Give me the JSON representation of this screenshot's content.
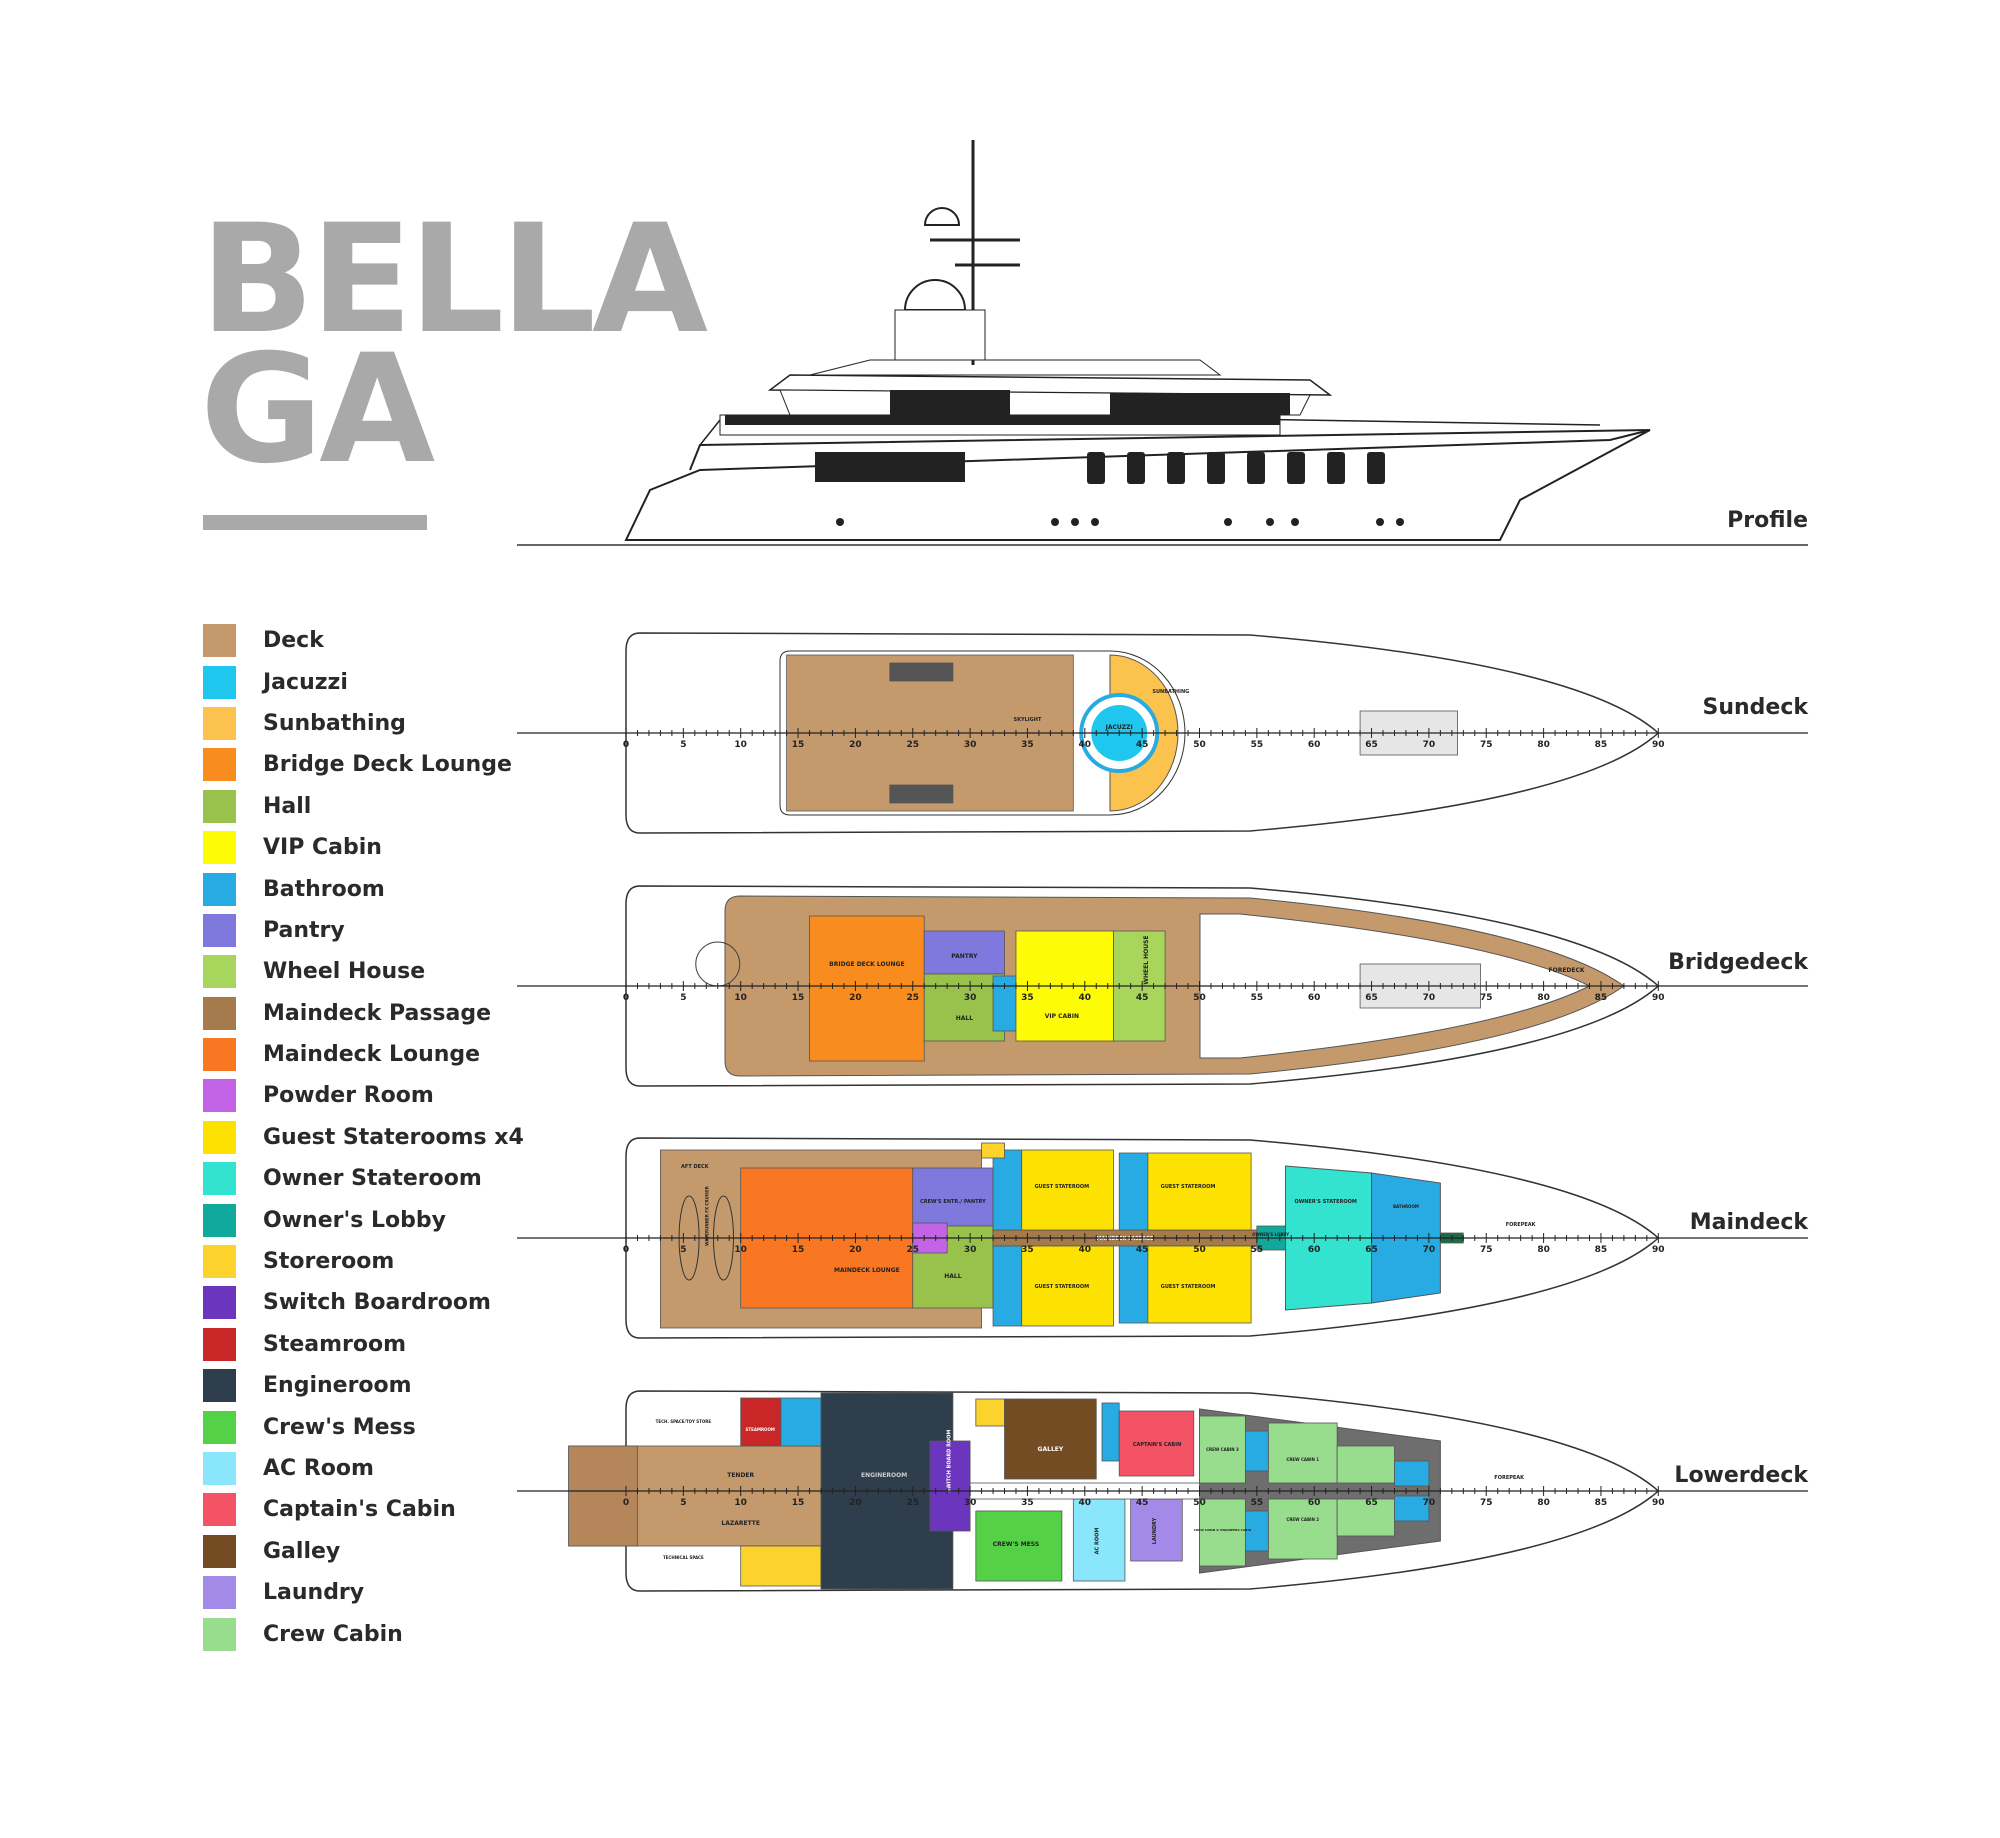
{
  "title": {
    "line1": "BELLA",
    "line2": "GA"
  },
  "legend": [
    {
      "label": "Deck",
      "color": "#c49a6c"
    },
    {
      "label": "Jacuzzi",
      "color": "#1fc7ee"
    },
    {
      "label": "Sunbathing",
      "color": "#fbc34d"
    },
    {
      "label": "Bridge Deck Lounge",
      "color": "#f98c1e"
    },
    {
      "label": "Hall",
      "color": "#98c24c"
    },
    {
      "label": "VIP Cabin",
      "color": "#fdfb05"
    },
    {
      "label": "Bathroom",
      "color": "#28aae2"
    },
    {
      "label": "Pantry",
      "color": "#8079dd"
    },
    {
      "label": "Wheel House",
      "color": "#a8d65c"
    },
    {
      "label": "Maindeck Passage",
      "color": "#a57a4c"
    },
    {
      "label": "Maindeck Lounge",
      "color": "#f97622"
    },
    {
      "label": "Powder Room",
      "color": "#c364e7"
    },
    {
      "label": "Guest Staterooms x4",
      "color": "#fde101"
    },
    {
      "label": "Owner Stateroom",
      "color": "#34e2d0"
    },
    {
      "label": "Owner's Lobby",
      "color": "#10a99c"
    },
    {
      "label": "Storeroom",
      "color": "#fcd32c"
    },
    {
      "label": "Switch Boardroom",
      "color": "#6b35bd"
    },
    {
      "label": "Steamroom",
      "color": "#c92727"
    },
    {
      "label": "Engineroom",
      "color": "#2f3e4c"
    },
    {
      "label": "Crew's Mess",
      "color": "#54d147"
    },
    {
      "label": "AC Room",
      "color": "#8ae7fb"
    },
    {
      "label": "Captain's Cabin",
      "color": "#f45366"
    },
    {
      "label": "Galley",
      "color": "#734c23"
    },
    {
      "label": "Laundry",
      "color": "#a38ae8"
    },
    {
      "label": "Crew Cabin",
      "color": "#98dc8e"
    }
  ],
  "decks": {
    "profile": "Profile",
    "sundeck": "Sundeck",
    "bridgedeck": "Bridgedeck",
    "maindeck": "Maindeck",
    "lowerdeck": "Lowerdeck"
  },
  "scale_ticks": [
    "0",
    "5",
    "10",
    "15",
    "20",
    "25",
    "30",
    "35",
    "40",
    "45",
    "50",
    "55",
    "60",
    "65",
    "70",
    "75",
    "80",
    "85",
    "90"
  ],
  "room_labels": {
    "sun_jacuzzi": "JACUZZI",
    "sun_sunbathing": "SUNBATHING",
    "sun_skylight": "SKYLIGHT",
    "bridge_lounge": "BRIDGE DECK LOUNGE",
    "bridge_pantry": "PANTRY",
    "bridge_hall": "HALL",
    "bridge_vip": "VIP CABIN",
    "bridge_wheel": "WHEEL HOUSE",
    "bridge_foredeck": "FOREDECK",
    "main_aft": "AFT DECK",
    "main_lounge": "MAINDECK LOUNGE",
    "main_pantry": "CREW'S ENTR./ PANTRY",
    "main_hall": "HALL",
    "main_passage": "MAINDECK PASSAGE",
    "main_guest": "GUEST STATEROOM",
    "main_owner": "OWNER'S STATEROOM",
    "main_lobby": "OWNER'S LOBBY",
    "main_bath": "BATHROOM",
    "main_forepeak": "FOREPEAK",
    "main_waverunner": "WAVERUNNER FX CRUISER",
    "low_tender": "TENDER",
    "low_lazarette": "LAZARETTE",
    "low_engine": "ENGINEROOM",
    "low_switch": "SWITCH BOARD ROOM",
    "low_galley": "GALLEY",
    "low_captain": "CAPTAIN'S CABIN",
    "low_mess": "CREW'S MESS",
    "low_ac": "AC ROOM",
    "low_laundry": "LAUNDRY",
    "low_crew1": "CREW CABIN 1",
    "low_crew2": "CREW CABIN 2",
    "low_crew3": "CREW CABIN 3",
    "low_crew4": "CREW CABIN 4/ ENGINEERS CABIN",
    "low_forepeak": "FOREPEAK",
    "low_steam": "STEAMROOM",
    "low_tech": "TECH. SPACE/TOY STORE",
    "low_techspace": "TECHNICAL SPACE"
  }
}
